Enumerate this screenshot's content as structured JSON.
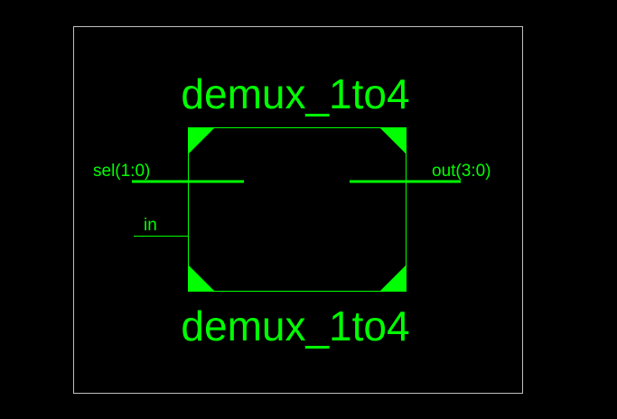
{
  "symbol": {
    "name_top": "demux_1to4",
    "name_bottom": "demux_1to4",
    "ports": {
      "sel": "sel(1:0)",
      "in": "in",
      "out": "out(3:0)"
    }
  },
  "colors": {
    "background": "#000000",
    "frame": "#c0c0c0",
    "symbol": "#00ff00"
  }
}
